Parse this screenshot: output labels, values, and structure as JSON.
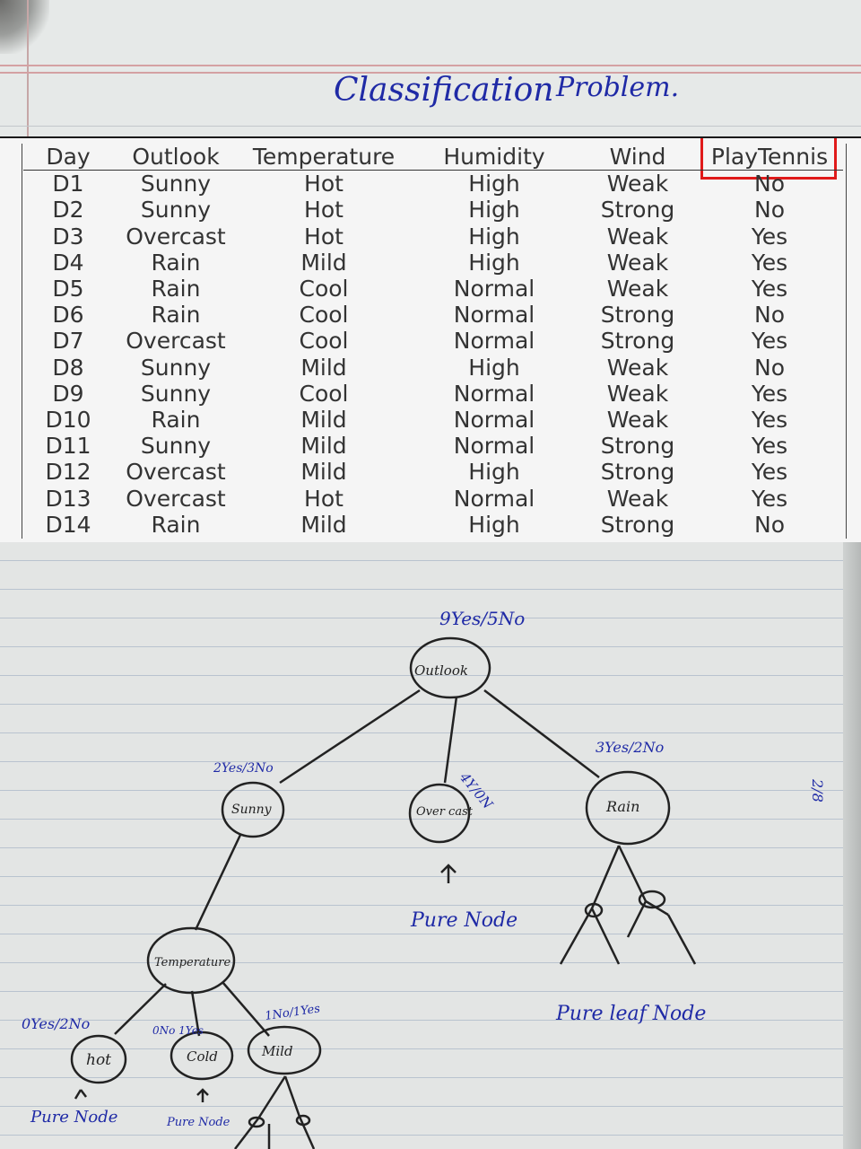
{
  "notebook_heading": {
    "word1": "Classification",
    "word2": "Problem."
  },
  "table": {
    "columns": [
      "Day",
      "Outlook",
      "Temperature",
      "Humidity",
      "Wind",
      "PlayTennis"
    ],
    "rows": [
      [
        "D1",
        "Sunny",
        "Hot",
        "High",
        "Weak",
        "No"
      ],
      [
        "D2",
        "Sunny",
        "Hot",
        "High",
        "Strong",
        "No"
      ],
      [
        "D3",
        "Overcast",
        "Hot",
        "High",
        "Weak",
        "Yes"
      ],
      [
        "D4",
        "Rain",
        "Mild",
        "High",
        "Weak",
        "Yes"
      ],
      [
        "D5",
        "Rain",
        "Cool",
        "Normal",
        "Weak",
        "Yes"
      ],
      [
        "D6",
        "Rain",
        "Cool",
        "Normal",
        "Strong",
        "No"
      ],
      [
        "D7",
        "Overcast",
        "Cool",
        "Normal",
        "Strong",
        "Yes"
      ],
      [
        "D8",
        "Sunny",
        "Mild",
        "High",
        "Weak",
        "No"
      ],
      [
        "D9",
        "Sunny",
        "Cool",
        "Normal",
        "Weak",
        "Yes"
      ],
      [
        "D10",
        "Rain",
        "Mild",
        "Normal",
        "Weak",
        "Yes"
      ],
      [
        "D11",
        "Sunny",
        "Mild",
        "Normal",
        "Strong",
        "Yes"
      ],
      [
        "D12",
        "Overcast",
        "Mild",
        "High",
        "Strong",
        "Yes"
      ],
      [
        "D13",
        "Overcast",
        "Hot",
        "Normal",
        "Weak",
        "Yes"
      ],
      [
        "D14",
        "Rain",
        "Mild",
        "High",
        "Strong",
        "No"
      ]
    ],
    "highlighted_column": "PlayTennis",
    "highlight_color": "#e01a1a"
  },
  "tree": {
    "root": {
      "label": "Outlook",
      "counts": "9Yes/5No"
    },
    "sunny": {
      "label": "Sunny",
      "counts": "2Yes/3No"
    },
    "overcast": {
      "label": "Over cast",
      "counts": "4Y/0N",
      "note": "Pure Node"
    },
    "rain": {
      "label": "Rain",
      "counts": "3Yes/2No",
      "note": "Pure leaf Node"
    },
    "temperature": {
      "label": "Temperature"
    },
    "hot": {
      "label": "hot",
      "counts": "0Yes/2No",
      "note": "Pure Node"
    },
    "cold": {
      "label": "Cold",
      "counts": "0No 1Yes",
      "note": "Pure Node"
    },
    "mild": {
      "label": "Mild",
      "counts": "1No/1Yes"
    },
    "page_number": "2/8",
    "ink_color": "#1f2aa6"
  }
}
